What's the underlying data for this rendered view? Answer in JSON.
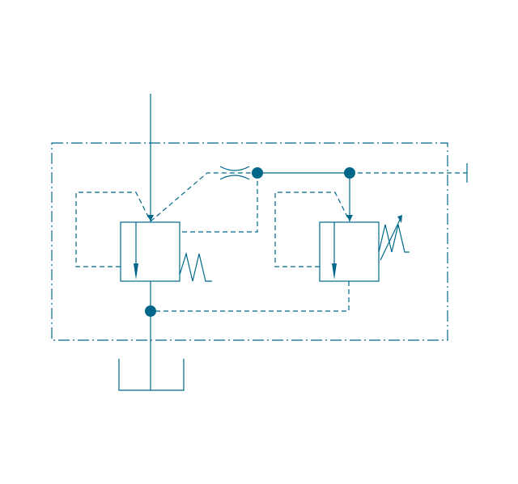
{
  "diagram": {
    "type": "hydraulic-schematic",
    "symbols": [
      "pilot-operated-pressure-relief-valve",
      "main-poppet-valve",
      "pilot-valve-adjustable",
      "orifice-restrictor",
      "tank-reservoir",
      "plugged-port"
    ],
    "colors": {
      "stroke": "#00678a",
      "background": "#ffffff"
    }
  }
}
